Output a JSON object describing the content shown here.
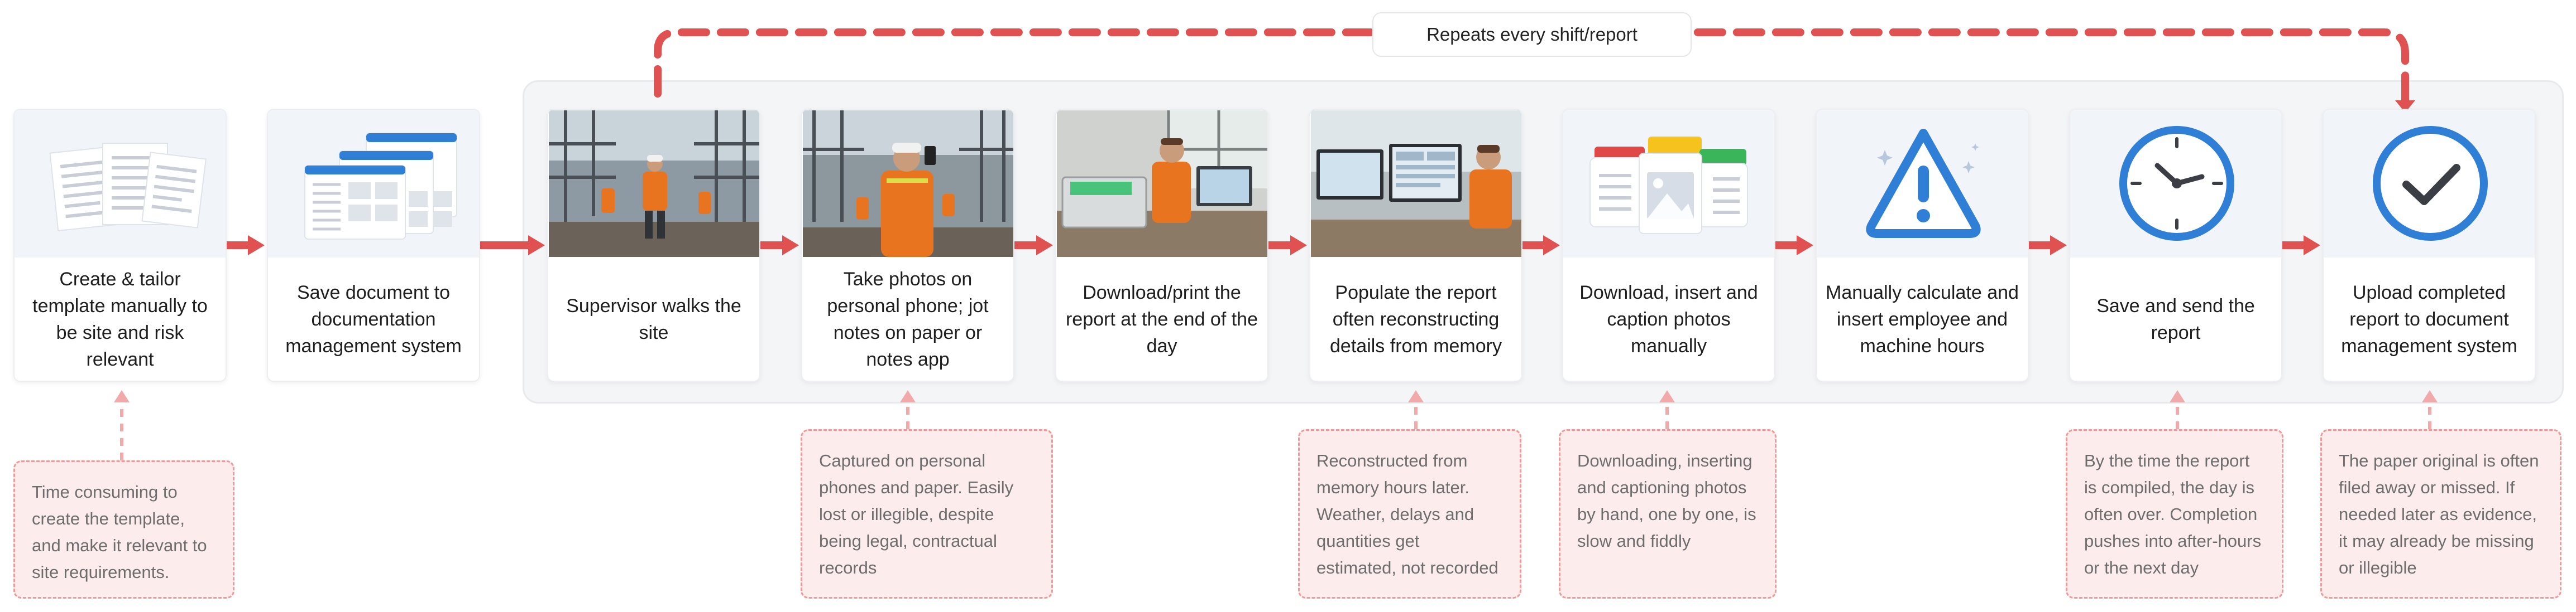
{
  "loop_label": "Repeats every shift/report",
  "steps": [
    {
      "label": "Create & tailor template manually to be site and risk relevant",
      "icon": "documents-icon"
    },
    {
      "label": "Save document to documentation management system",
      "icon": "document-windows-icon"
    },
    {
      "label": "Supervisor walks the site",
      "icon": "site-walk-photo"
    },
    {
      "label": "Take photos on personal phone; jot notes on paper or notes app",
      "icon": "phone-photo"
    },
    {
      "label": "Download/print the report at the end of the day",
      "icon": "printer-photo"
    },
    {
      "label": "Populate the report often reconstructing details from memory",
      "icon": "computer-desk-photo"
    },
    {
      "label": "Download, insert and caption photos manually",
      "icon": "photo-folders-icon"
    },
    {
      "label": "Manually calculate and insert employee and machine hours",
      "icon": "warning-icon"
    },
    {
      "label": "Save and send the report",
      "icon": "clock-icon"
    },
    {
      "label": "Upload completed report to document management system",
      "icon": "checkmark-circle-icon"
    }
  ],
  "pain_points": [
    {
      "step": 1,
      "text": "Time consuming to create the template, and make it relevant to site requirements."
    },
    {
      "step": 4,
      "text": "Captured on personal phones and paper. Easily lost or illegible, despite being legal, contractual records"
    },
    {
      "step": 6,
      "text": "Reconstructed from memory hours later. Weather, delays and quantities get estimated, not recorded"
    },
    {
      "step": 7,
      "text": "Downloading, inserting and captioning photos by hand, one by one, is slow and fiddly"
    },
    {
      "step": 9,
      "text": "By the time the report is compiled, the day is often over. Completion pushes into after-hours or the next day"
    },
    {
      "step": 10,
      "text": "The paper original is often filed away or missed. If needed later as evidence, it may already be missing or illegible"
    }
  ],
  "colors": {
    "arrow": "#e05252",
    "note_border": "#ef9a9a",
    "note_fill": "#fdecec",
    "icon_blue": "#2f7fd6"
  }
}
